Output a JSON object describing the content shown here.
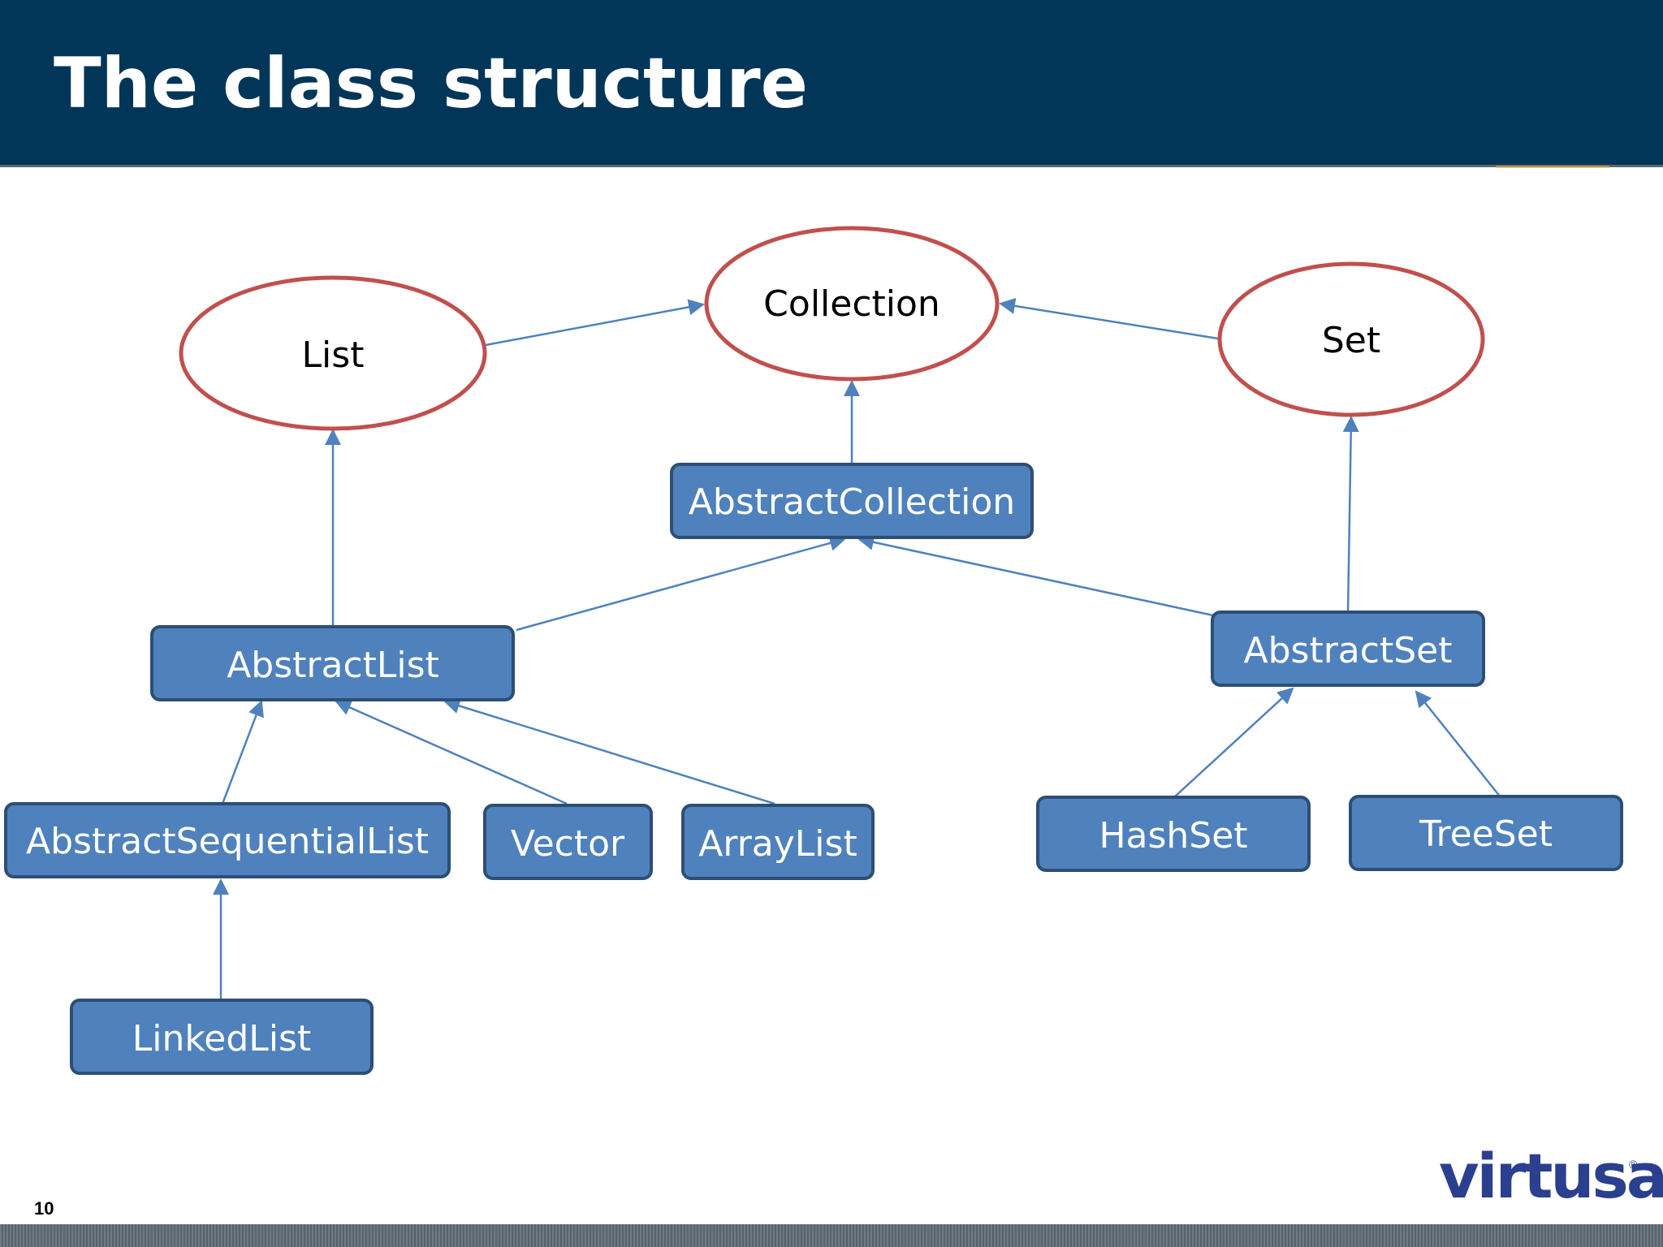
{
  "slide": {
    "title": "The class structure",
    "number": "10",
    "logo_text": "virtusa",
    "logo_mark": "®"
  },
  "colors": {
    "header_bg": "#023659",
    "interface_border": "#c0504d",
    "class_fill": "#4f81bd",
    "class_border": "#2e4e74",
    "arrow": "#4f81bd"
  },
  "diagram": {
    "interfaces": [
      {
        "id": "collection",
        "label": "Collection"
      },
      {
        "id": "list",
        "label": "List"
      },
      {
        "id": "set",
        "label": "Set"
      }
    ],
    "classes": [
      {
        "id": "abstract_collection",
        "label": "AbstractCollection"
      },
      {
        "id": "abstract_list",
        "label": "AbstractList"
      },
      {
        "id": "abstract_set",
        "label": "AbstractSet"
      },
      {
        "id": "abstract_sequential_list",
        "label": "AbstractSequentialList"
      },
      {
        "id": "vector",
        "label": "Vector"
      },
      {
        "id": "array_list",
        "label": "ArrayList"
      },
      {
        "id": "hash_set",
        "label": "HashSet"
      },
      {
        "id": "tree_set",
        "label": "TreeSet"
      },
      {
        "id": "linked_list",
        "label": "LinkedList"
      }
    ],
    "edges": [
      {
        "from": "list",
        "to": "collection"
      },
      {
        "from": "set",
        "to": "collection"
      },
      {
        "from": "abstract_collection",
        "to": "collection"
      },
      {
        "from": "abstract_list",
        "to": "list"
      },
      {
        "from": "abstract_set",
        "to": "set"
      },
      {
        "from": "abstract_list",
        "to": "abstract_collection"
      },
      {
        "from": "abstract_set",
        "to": "abstract_collection"
      },
      {
        "from": "abstract_sequential_list",
        "to": "abstract_list"
      },
      {
        "from": "vector",
        "to": "abstract_list"
      },
      {
        "from": "array_list",
        "to": "abstract_list"
      },
      {
        "from": "hash_set",
        "to": "abstract_set"
      },
      {
        "from": "tree_set",
        "to": "abstract_set"
      },
      {
        "from": "linked_list",
        "to": "abstract_sequential_list"
      }
    ]
  }
}
